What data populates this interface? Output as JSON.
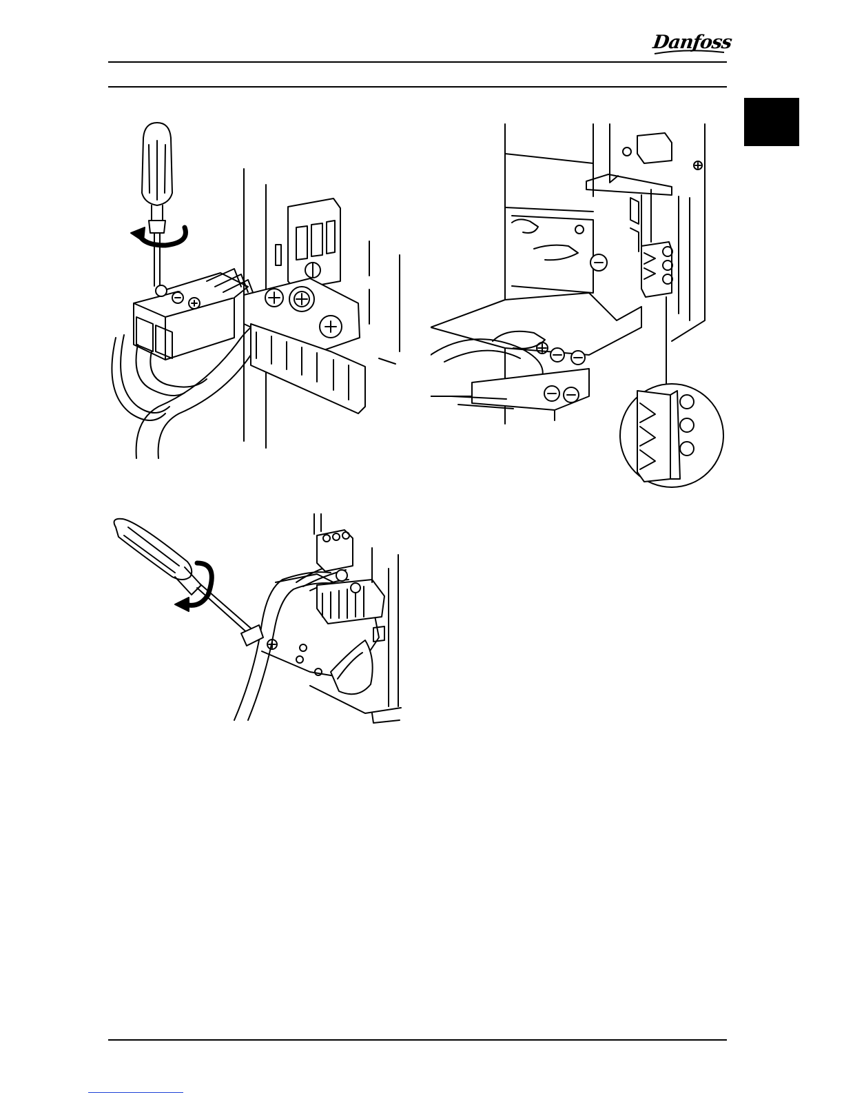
{
  "header": {
    "brand_logo": "Danfoss",
    "logo_icon": "danfoss-logo-icon"
  },
  "colors": {
    "ink": "#000000",
    "paper": "#ffffff",
    "link": "#1a3fd6"
  },
  "figures": [
    {
      "id": "fig-plug-connector",
      "icon": "screwdriver-plug-illustration"
    },
    {
      "id": "fig-terminal-detail",
      "icon": "relay-terminal-illustration"
    },
    {
      "id": "fig-cable-clamp",
      "icon": "screwdriver-clamp-illustration"
    }
  ]
}
